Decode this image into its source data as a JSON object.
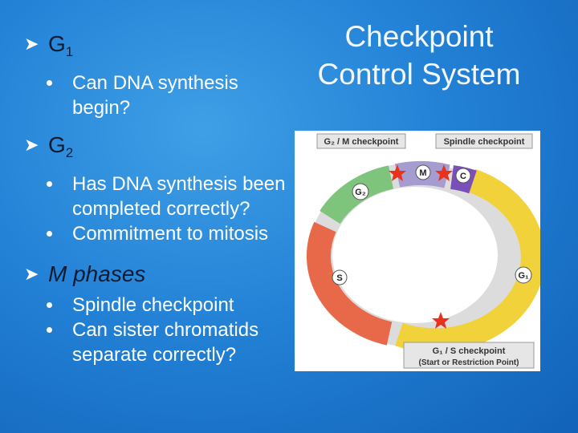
{
  "title": "Checkpoint Control System",
  "bullets": {
    "g1": {
      "letter": "G",
      "sub": "1",
      "items": [
        "Can DNA synthesis begin?"
      ]
    },
    "g2": {
      "letter": "G",
      "sub": "2",
      "items": [
        "Has DNA synthesis been completed correctly?",
        "Commitment to mitosis"
      ]
    },
    "m": {
      "heading": "M phases",
      "items": [
        "Spindle checkpoint",
        "Can sister chromatids separate correctly?"
      ]
    }
  },
  "diagram": {
    "label_g2m": "G₂ / M checkpoint",
    "label_spindle": "Spindle checkpoint",
    "label_g1s_line1": "G₁ / S checkpoint",
    "label_g1s_line2": "(Start or Restriction Point)",
    "phase_m": "M",
    "phase_c": "C",
    "phase_g2": "G₂",
    "phase_s": "S",
    "phase_g1": "G₁",
    "colors": {
      "g1": "#f2d23a",
      "s": "#e8684a",
      "g2": "#7ec47c",
      "m": "#a79cd0",
      "c": "#7a4fb8",
      "star": "#e8321e"
    }
  }
}
